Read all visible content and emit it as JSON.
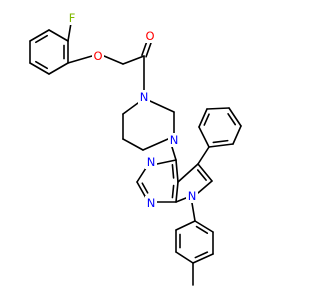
{
  "structure": {
    "atom_labels": {
      "fluorine": "F",
      "ether_oxygen": "O",
      "carbonyl_oxygen": "O",
      "piperazine_n1": "N",
      "piperazine_n4": "N",
      "pyrimidine_n3": "N",
      "pyrimidine_n1": "N",
      "pyrrole_n7": "N"
    },
    "colors": {
      "bond": "#000000",
      "fluorine": "#7fb800",
      "oxygen": "#ff0000",
      "nitrogen": "#0000ff"
    }
  }
}
